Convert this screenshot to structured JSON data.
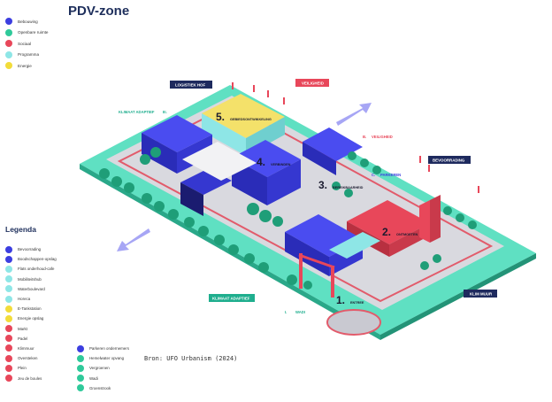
{
  "title": "PDV-zone",
  "categories": [
    {
      "label": "Bebouwing",
      "color": "#3c3ee0"
    },
    {
      "label": "Openbare ruimte",
      "color": "#2fc99a"
    },
    {
      "label": "Sociaal",
      "color": "#e8475a"
    },
    {
      "label": "Programma",
      "color": "#8ee6e6"
    },
    {
      "label": "Energie",
      "color": "#f2dc3a"
    }
  ],
  "legenda_title": "Legenda",
  "legend_col1": [
    {
      "label": "Bevoorrading",
      "color": "#3c3ee0",
      "icon": "truck-icon"
    },
    {
      "label": "Boodschappen-opslag",
      "color": "#3c3ee0",
      "icon": "storage-icon"
    },
    {
      "label": "Flats onderhoud-cafe",
      "color": "#8ee6e6",
      "icon": "flats-icon"
    },
    {
      "label": "Mobiliteitshub",
      "color": "#8ee6e6",
      "icon": "hub-icon"
    },
    {
      "label": "Waterboulevard",
      "color": "#8ee6e6",
      "icon": "water-icon"
    },
    {
      "label": "Horeca",
      "color": "#8ee6e6",
      "icon": "horeca-icon"
    },
    {
      "label": "E-Tankstation",
      "color": "#f2dc3a",
      "icon": "charging-icon"
    },
    {
      "label": "Energie opslag",
      "color": "#f2dc3a",
      "icon": "battery-icon"
    },
    {
      "label": "Markt",
      "color": "#e8475a",
      "icon": "market-icon"
    },
    {
      "label": "Padel",
      "color": "#e8475a",
      "icon": "padel-icon"
    },
    {
      "label": "Klimmuur",
      "color": "#e8475a",
      "icon": "climbing-icon"
    },
    {
      "label": "Oversteken",
      "color": "#e8475a",
      "icon": "crossing-icon"
    },
    {
      "label": "Plein",
      "color": "#e8475a",
      "icon": "square-icon"
    },
    {
      "label": "Jeu de boules",
      "color": "#e8475a",
      "icon": "boules-icon"
    }
  ],
  "legend_col2": [
    {
      "label": "Parkeren ondernemers",
      "color": "#3c3ee0",
      "icon": "parking-icon"
    },
    {
      "label": "Hemelwater opvang",
      "color": "#2fc99a",
      "icon": "rain-icon"
    },
    {
      "label": "Vergroenen",
      "color": "#2fc99a",
      "icon": "tree-icon"
    },
    {
      "label": "Wadi",
      "color": "#2fc99a",
      "icon": "wadi-icon"
    },
    {
      "label": "Groenstrook",
      "color": "#2fc99a",
      "icon": "greenstrip-icon"
    }
  ],
  "source": "Bron: UFO Urbanism (2024)",
  "map": {
    "tags": {
      "logistiek_hof": "LOGISTIEK HOF",
      "veiligheid": "VEILIGHEID",
      "bevoorrading": "BEVOORRADING",
      "klimaat_adaptief": "KLIMAAT ADAPTIEF",
      "klim_muur": "KLIM MUUR"
    },
    "zones": [
      {
        "num": "1.",
        "label": "ENTREE"
      },
      {
        "num": "2.",
        "label": "ONTMOETEN"
      },
      {
        "num": "3.",
        "label": "BEREIKBAARHEID"
      },
      {
        "num": "4.",
        "label": "VERBINDEN"
      },
      {
        "num": "5.",
        "label": "GEBIEDSONTWIKKELING"
      }
    ],
    "side_labels": {
      "klimaat_adaptief_green": "KLIMAAT ADAPTIEF",
      "iii": "III.",
      "b_veiligheid": "B.",
      "veiligheid_small": "VEILIGHEID",
      "c_parkeren": "C.",
      "parkeren": "PARKEREN",
      "i_wadi": "I.",
      "wadi": "WADI"
    }
  }
}
